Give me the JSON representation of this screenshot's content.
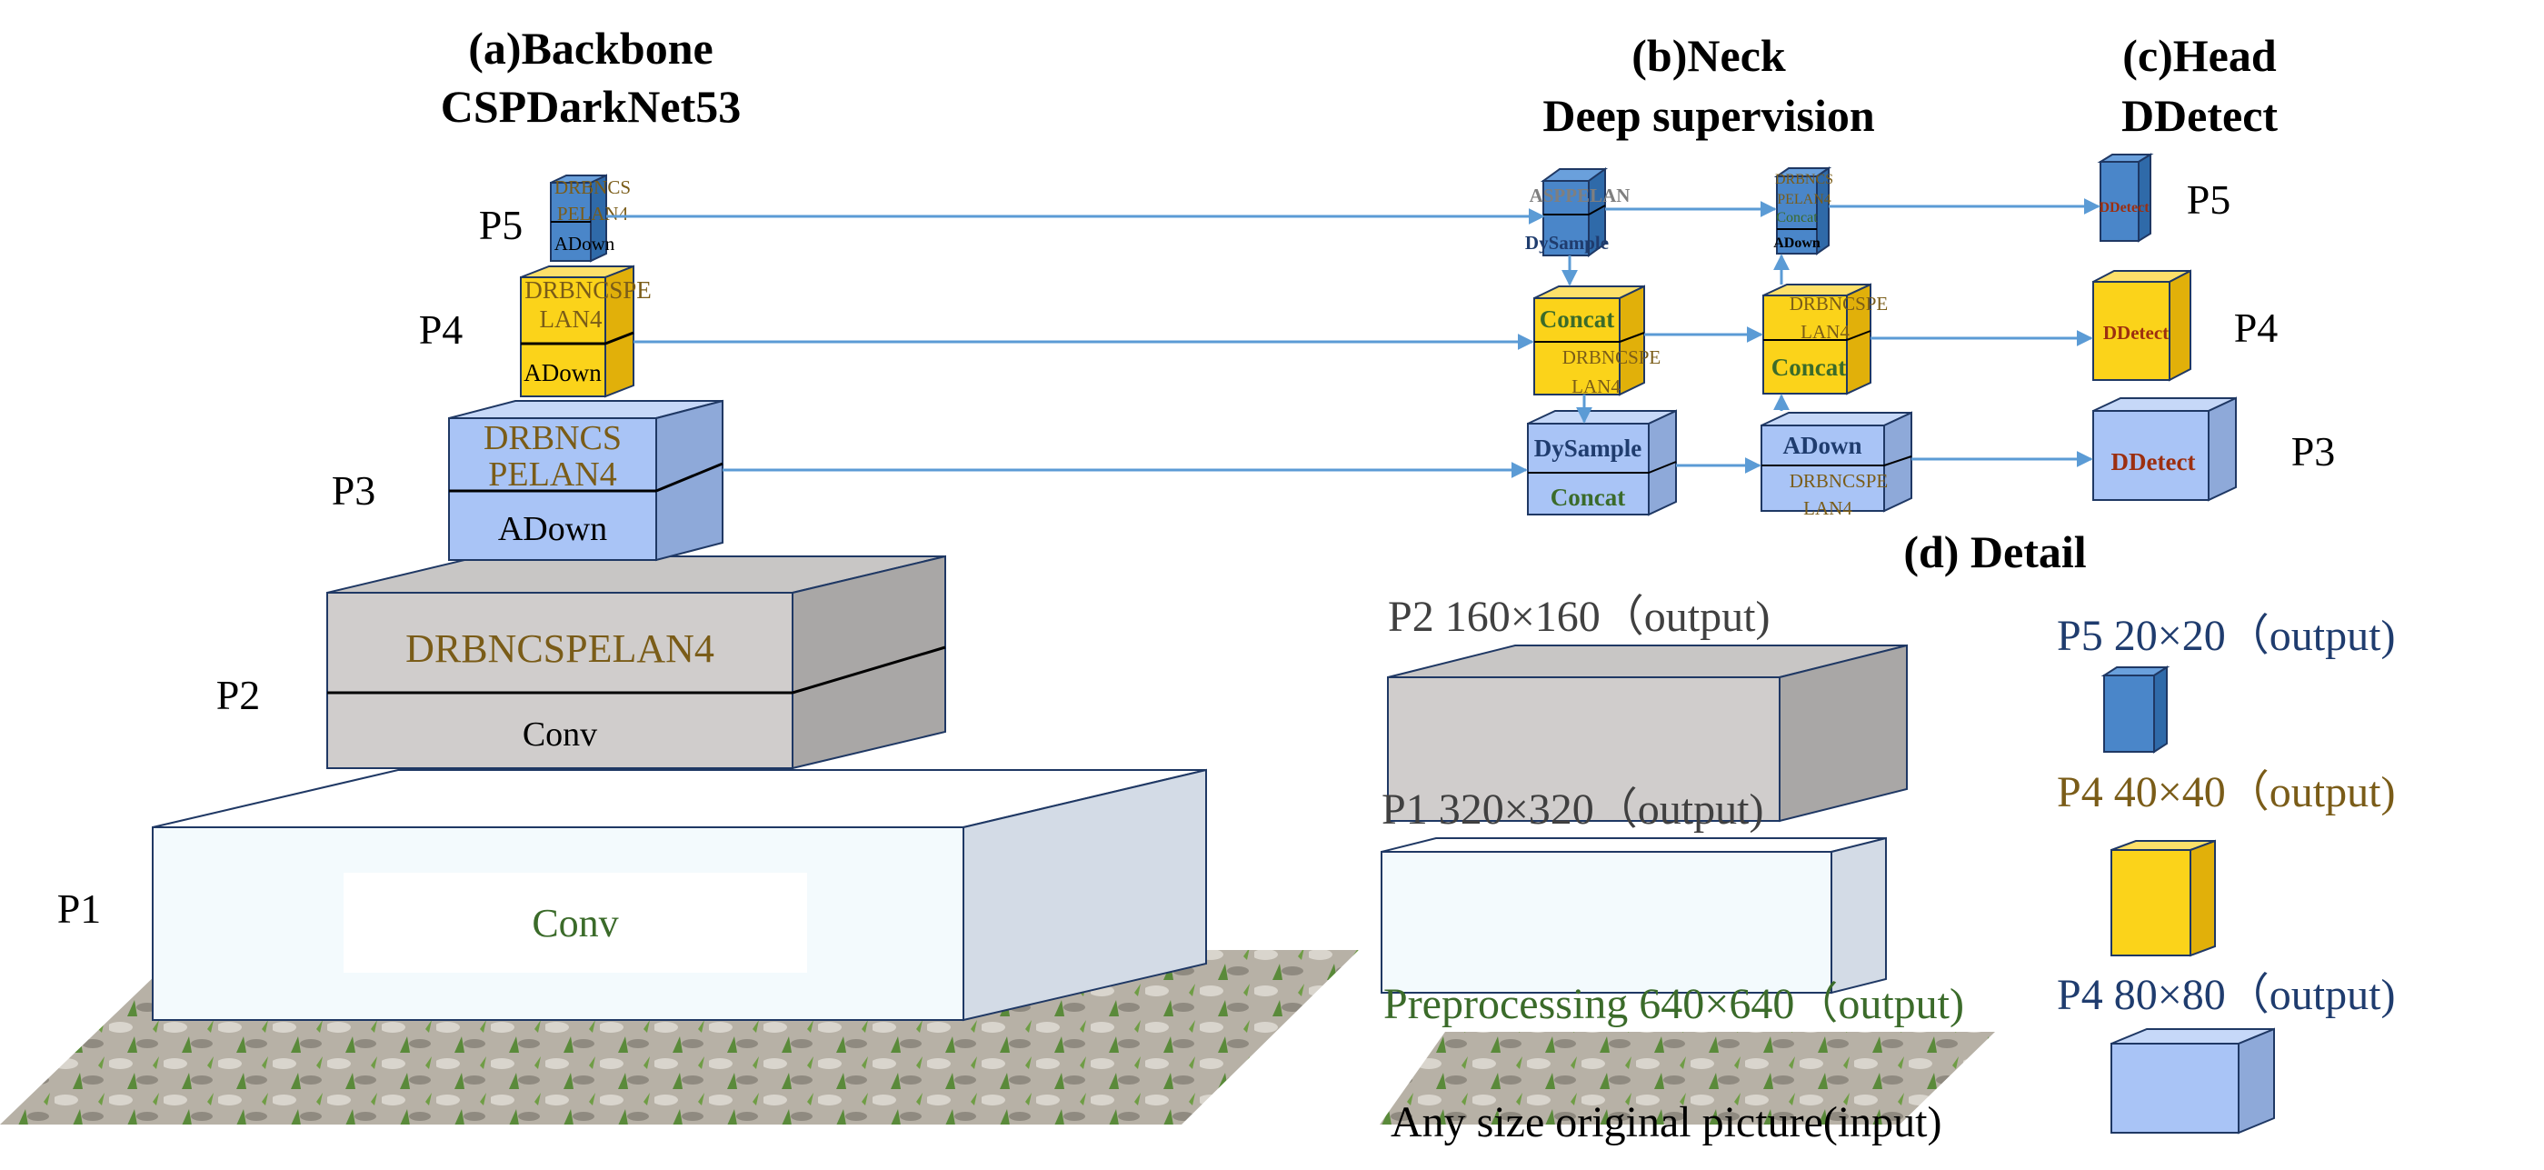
{
  "titles": {
    "backbone_1": "(a)Backbone",
    "backbone_2": "CSPDarkNet53",
    "neck_1": "(b)Neck",
    "neck_2": "Deep supervision",
    "head_1": "(c)Head",
    "head_2": "DDetect",
    "detail": "(d) Detail"
  },
  "levels": {
    "p1": "P1",
    "p2": "P2",
    "p3": "P3",
    "p4": "P4",
    "p5": "P5",
    "head_p3": "P3",
    "head_p4": "P4",
    "head_p5": "P5"
  },
  "backbone": {
    "p1_label": "Conv",
    "p2_top": "DRBNCSPELAN4",
    "p2_bottom": "Conv",
    "p3_top_1": "DRBNCS",
    "p3_top_2": "PELAN4",
    "p3_bottom": "ADown",
    "p4_top_1": "DRBNCSPE",
    "p4_top_2": "LAN4",
    "p4_bottom": "ADown",
    "p5_top_1": "DRBNCS",
    "p5_top_2": "PELAN4",
    "p5_bottom": "ADown"
  },
  "neck": {
    "a_top": "ASPPELAN",
    "a_bottom": "DySample",
    "b_top": "Concat",
    "b_bottom_1": "DRBNCSPE",
    "b_bottom_2": "LAN4",
    "c_top": "DySample",
    "c_bottom": "Concat",
    "d_top_1": "DRBNCS",
    "d_top_2": "PELAN4",
    "d_mid": "Concat",
    "d_bottom": "ADown",
    "e_top_1": "DRBNCSPE",
    "e_top_2": "LAN4",
    "e_bottom": "Concat",
    "f_top": "ADown",
    "f_bottom_1": "DRBNCSPE",
    "f_bottom_2": "LAN4"
  },
  "head": {
    "p5": "DDetect",
    "p4": "DDetect",
    "p3": "DDetect"
  },
  "detail": {
    "p2": "P2 160×160（output)",
    "p1": "P1 320×320（output)",
    "pre": "Preprocessing 640×640（output)",
    "input": "Any size original picture(input)",
    "p5": "P5 20×20（output)",
    "p4a": "P4 40×40（output)",
    "p4b": "P4 80×80（output)"
  },
  "colors": {
    "gray_front": "#d0cdcc",
    "gray_top": "#c8c6c5",
    "gray_side": "#a9a7a6",
    "white_front": "#f3fafd",
    "white_top": "#ffffff",
    "white_side": "#d3dbe6",
    "blue_front": "#a9c4f6",
    "blue_top": "#c6d8f8",
    "blue_side": "#8ea9d9",
    "yellow_front": "#fbd31a",
    "yellow_top": "#fde06a",
    "yellow_side": "#e1b00a",
    "dblue_front": "#4a86c9",
    "dblue_top": "#6aa0dc",
    "dblue_side": "#2f6aa9",
    "arrow": "#5b9bd5",
    "text_brown": "#7a5c18",
    "text_green": "#3b6b2a",
    "text_navy": "#1f3c6e",
    "text_gold": "#7a5c18",
    "text_red": "#9c2f10"
  }
}
